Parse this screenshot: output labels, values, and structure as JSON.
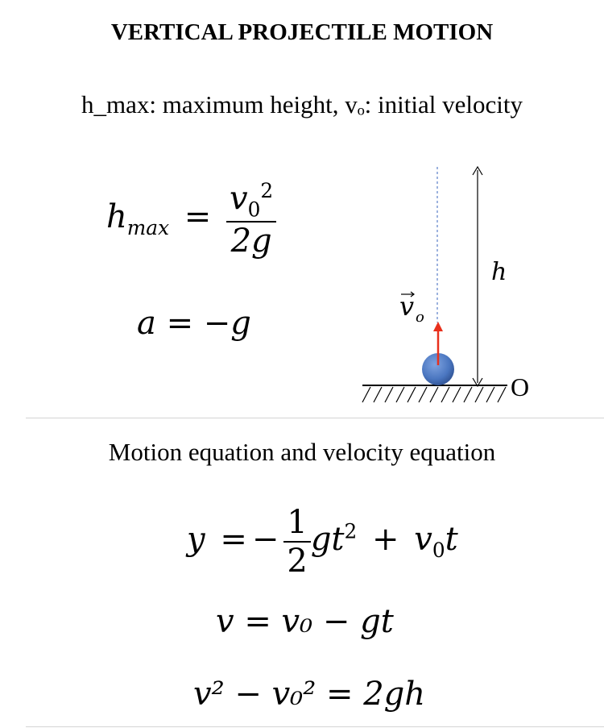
{
  "header": {
    "title": "VERTICAL PROJECTILE MOTION",
    "subtitle": "h_max: maximum height, vₒ: initial velocity"
  },
  "formulas": {
    "hmax": {
      "lhs": "h",
      "lhs_sub": "max",
      "num": "v",
      "num_sub": "0",
      "num_sup": "2",
      "den": "2g"
    },
    "accel": {
      "text": "a = −g"
    }
  },
  "diagram": {
    "height_label": "h",
    "velocity_label": "v",
    "velocity_sub": "o",
    "origin_label": "O",
    "colors": {
      "ball": "#4a76c0",
      "arrow": "#e8301c",
      "guide": "#5a7fc8"
    }
  },
  "section2": {
    "heading": "Motion equation and velocity equation",
    "eq1": {
      "lhs": "y",
      "frac_num": "1",
      "frac_den": "2"
    },
    "eq2": {
      "text": "v = v₀ − gt"
    },
    "eq3": {
      "text": "v² − v₀² = 2gh"
    }
  }
}
